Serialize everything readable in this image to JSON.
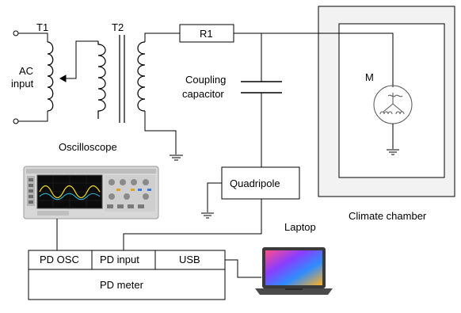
{
  "labels": {
    "t1": "T1",
    "t2": "T2",
    "ac_input_line1": "AC",
    "ac_input_line2": "input",
    "r1": "R1",
    "coupling_line1": "Coupling",
    "coupling_line2": "capacitor",
    "motor": "M",
    "oscilloscope": "Oscilloscope",
    "quadripole": "Quadripole",
    "climate_chamber": "Climate chamber",
    "laptop": "Laptop",
    "pd_osc": "PD OSC",
    "pd_input": "PD input",
    "usb": "USB",
    "pd_meter": "PD meter"
  },
  "colors": {
    "line": "#000000",
    "chamber_fill": "#f2f2f2",
    "motor_color": "#555555",
    "osc_body": "#d8d8d8",
    "osc_screen": "#0b0b0b",
    "osc_trace": "#e8d21a",
    "laptop_body": "#3a3a3a"
  }
}
